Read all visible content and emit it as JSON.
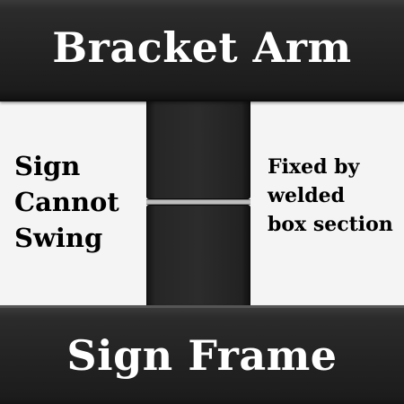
{
  "bracket_arm": {
    "title": "Bracket Arm"
  },
  "sign_frame": {
    "title": "Sign Frame"
  },
  "left_note": {
    "lines": [
      "Sign",
      "Cannot",
      "Swing"
    ]
  },
  "right_note": {
    "lines": [
      "Fixed by",
      "welded",
      "box section"
    ]
  },
  "colors": {
    "bar": "#232323",
    "box_section": "#2a2a2a",
    "panel": "#f4f4f4",
    "text_on_bar": "#ffffff",
    "text_on_panel": "#000000"
  }
}
